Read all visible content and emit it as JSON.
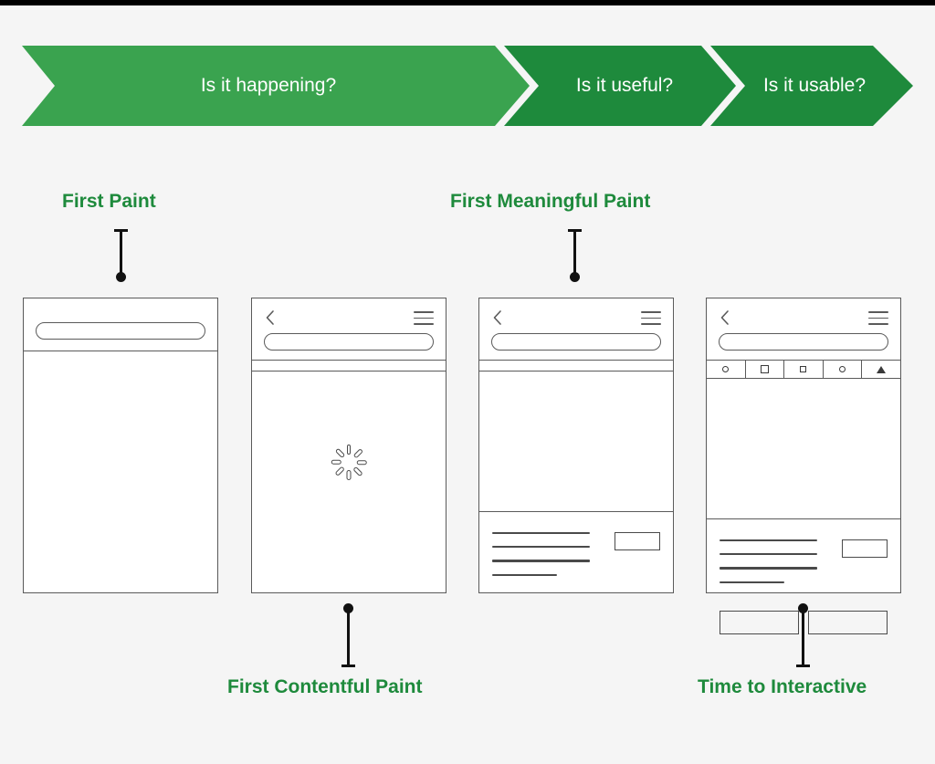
{
  "colors": {
    "background": "#f5f5f5",
    "green_light": "#3aa34f",
    "green_dark": "#1e8a3c",
    "label_green": "#1e8a3c",
    "ink": "#111111",
    "wire": "#5a5a5a",
    "top_bar": "#000000"
  },
  "banner": {
    "segments": [
      {
        "label": "Is it happening?",
        "color": "#3aa34f"
      },
      {
        "label": "Is it useful?",
        "color": "#1e8a3c"
      },
      {
        "label": "Is it usable?",
        "color": "#1e8a3c"
      }
    ]
  },
  "metrics": [
    {
      "id": "first-paint",
      "label": "First Paint",
      "position": "top"
    },
    {
      "id": "first-contentful-paint",
      "label": "First Contentful Paint",
      "position": "bottom"
    },
    {
      "id": "first-meaningful-paint",
      "label": "First Meaningful Paint",
      "position": "top"
    },
    {
      "id": "time-to-interactive",
      "label": "Time to Interactive",
      "position": "bottom"
    }
  ],
  "frames": [
    {
      "id": "frame-first-paint",
      "has_back": false,
      "has_menu": false,
      "has_strip": false,
      "has_toolbar": false,
      "has_spinner": false,
      "has_content": false,
      "has_buttons": false
    },
    {
      "id": "frame-first-contentful-paint",
      "has_back": true,
      "has_menu": true,
      "has_strip": true,
      "has_toolbar": false,
      "has_spinner": true,
      "has_content": false,
      "has_buttons": false
    },
    {
      "id": "frame-first-meaningful-paint",
      "has_back": true,
      "has_menu": true,
      "has_strip": true,
      "has_toolbar": false,
      "has_spinner": false,
      "has_content": true,
      "has_buttons": false
    },
    {
      "id": "frame-time-to-interactive",
      "has_back": true,
      "has_menu": true,
      "has_strip": false,
      "has_toolbar": true,
      "has_spinner": false,
      "has_content": true,
      "has_buttons": true
    }
  ],
  "toolbar_icons": [
    "circle-icon",
    "square-icon",
    "square-small-icon",
    "circle-icon",
    "triangle-icon"
  ],
  "icons": {
    "back": "chevron-left-icon",
    "menu": "hamburger-menu-icon",
    "url": "address-bar",
    "spinner": "loading-spinner-icon"
  }
}
